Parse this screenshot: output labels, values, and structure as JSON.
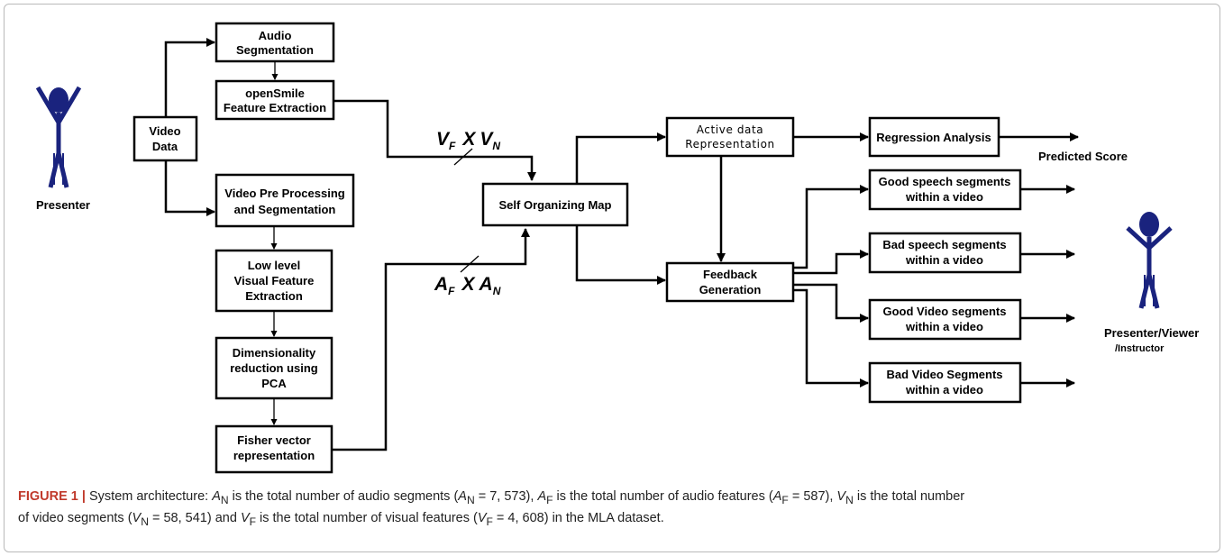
{
  "nodes": {
    "audio_seg": [
      "Audio",
      "Segmentation"
    ],
    "opensmile": [
      "openSmile",
      "Feature Extraction"
    ],
    "video_data": [
      "Video",
      "Data"
    ],
    "video_pre": [
      "Video Pre Processing",
      "and Segmentation"
    ],
    "low_level": [
      "Low level",
      "Visual Feature",
      "Extraction"
    ],
    "dim_red": [
      "Dimensionality",
      "reduction using",
      "PCA"
    ],
    "fisher": [
      "Fisher vector",
      "representation"
    ],
    "som": [
      "Self Organizing Map"
    ],
    "active": [
      "Active data",
      "Representation"
    ],
    "regression": [
      "Regression Analysis"
    ],
    "feedback": [
      "Feedback",
      "Generation"
    ],
    "good_speech": [
      "Good speech segments",
      "within a video"
    ],
    "bad_speech": [
      "Bad speech segments",
      "within a video"
    ],
    "good_video": [
      "Good Video segments",
      "within a video"
    ],
    "bad_video": [
      "Bad Video Segments",
      "within a video"
    ]
  },
  "labels": {
    "presenter": "Presenter",
    "presenter_viewer": "Presenter/Viewer",
    "instructor": "/Instructor",
    "predicted_score": "Predicted Score",
    "vf": "V",
    "vf_sub": "F",
    "x1": "X",
    "vn": "V",
    "vn_sub": "N",
    "af": "A",
    "af_sub": "F",
    "x2": "X",
    "an": "A",
    "an_sub": "N"
  },
  "colors": {
    "figure_person": "#1a237e",
    "caption_accent": "#c0392b"
  },
  "caption": {
    "figure_label": "FIGURE 1 |",
    "text_line1": "System architecture: A",
    "line1_rest": "N is the total number of audio segments (AN = 7, 573), AF is the total number of audio features (AF = 587), VN is the total number",
    "line2": "of video segments (VN = 58, 541) and VF is the total number of visual features (VF = 4, 608) in the MLA dataset.",
    "parts": [
      "System architecture: ",
      "A",
      "N",
      " is the total number of audio segments (",
      "A",
      "N",
      " = 7, 573), ",
      "A",
      "F",
      " is the total number of audio features (",
      "A",
      "F",
      " = 587), ",
      "V",
      "N",
      " is the total number",
      "of video segments (",
      "V",
      "N",
      " = 58, 541) and ",
      "V",
      "F",
      " is the total number of visual features (",
      "V",
      "F",
      " = 4, 608) in the MLA dataset."
    ]
  }
}
